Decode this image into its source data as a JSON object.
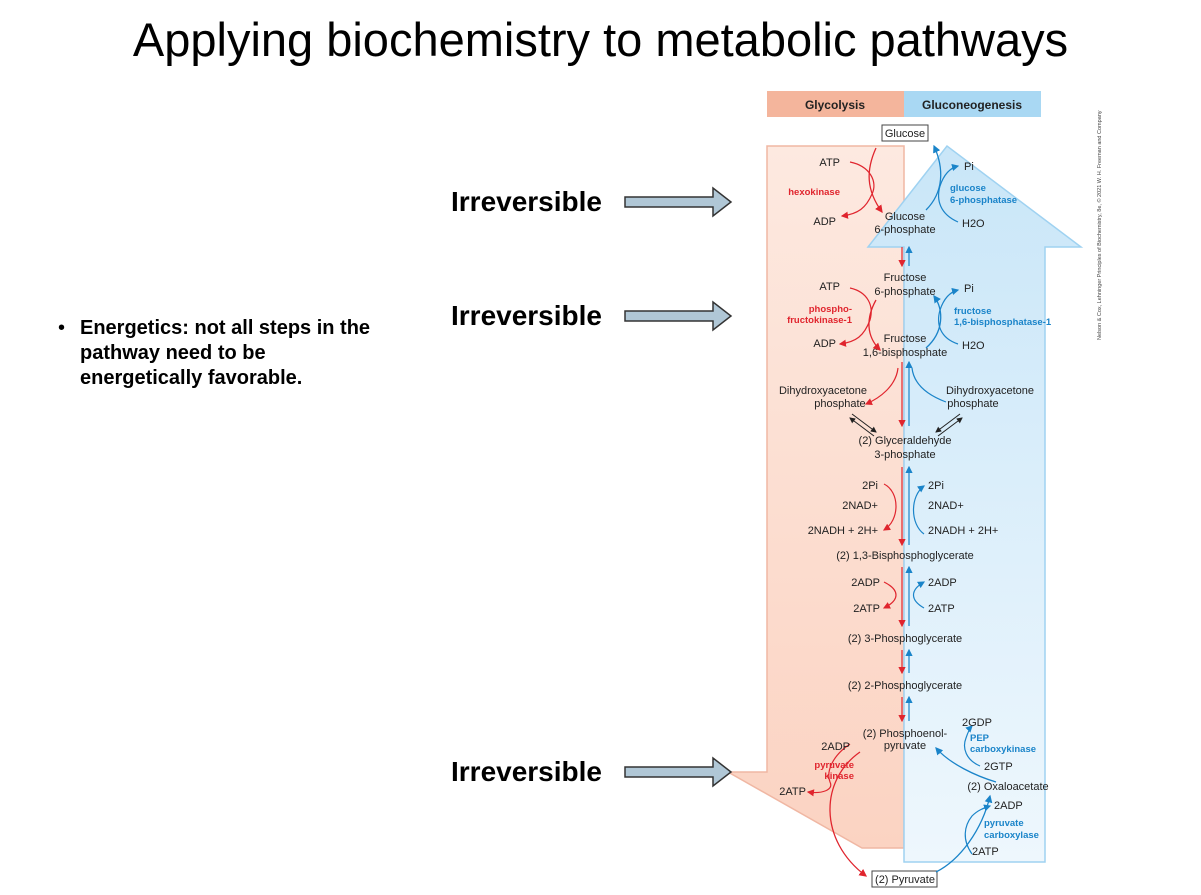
{
  "slide": {
    "title": "Applying biochemistry to metabolic pathways",
    "irreversible_labels": [
      "Irreversible",
      "Irreversible",
      "Irreversible"
    ],
    "bullet_symbol": "•",
    "bullet": "Energetics: not all steps in the pathway need to be energetically favorable."
  },
  "diagram": {
    "header_left": "Glycolysis",
    "header_right": "Gluconeogenesis",
    "credit": "Nelson & Cox, Lehninger Principles of Biochemistry, 8e, © 2021 W. H. Freeman and Company",
    "intermediates": {
      "glucose": "Glucose",
      "g6p_1": "Glucose",
      "g6p_2": "6-phosphate",
      "f6p_1": "Fructose",
      "f6p_2": "6-phosphate",
      "fbp_1": "Fructose",
      "fbp_2": "1,6-bisphosphate",
      "dhap_l1": "Dihydroxyacetone",
      "dhap_l2": "phosphate",
      "dhap_r1": "Dihydroxyacetone",
      "dhap_r2": "phosphate",
      "gap_1": "(2) Glyceraldehyde",
      "gap_2": "3-phosphate",
      "bpg": "(2) 1,3-Bisphosphoglycerate",
      "pg3": "(2) 3-Phosphoglycerate",
      "pg2": "(2) 2-Phosphoglycerate",
      "pep_1": "(2) Phosphoenol-",
      "pep_2": "pyruvate",
      "oaa": "(2) Oxaloacetate",
      "pyruvate": "(2) Pyruvate"
    },
    "cofactors": {
      "atp1": "ATP",
      "adp1": "ADP",
      "pi1": "Pi",
      "h2o1": "H2O",
      "atp2": "ATP",
      "adp2": "ADP",
      "pi2": "Pi",
      "h2o2": "H2O",
      "pi_2l": "2Pi",
      "nad_l": "2NAD+",
      "nadh_l": "2NADH + 2H+",
      "pi_2r": "2Pi",
      "nad_r": "2NAD+",
      "nadh_r": "2NADH + 2H+",
      "adp_2l": "2ADP",
      "atp_2l": "2ATP",
      "adp_2r": "2ADP",
      "atp_2r": "2ATP",
      "adp_pk": "2ADP",
      "atp_pk": "2ATP",
      "gdp": "2GDP",
      "gtp": "2GTP",
      "adp_pc": "2ADP",
      "atp_pc": "2ATP"
    },
    "enzymes": {
      "hexokinase": "hexokinase",
      "g6pase_1": "glucose",
      "g6pase_2": "6-phosphatase",
      "pfk_1": "phospho-",
      "pfk_2": "fructokinase-1",
      "fbpase_1": "fructose",
      "fbpase_2": "1,6-bisphosphatase-1",
      "pk_1": "pyruvate",
      "pk_2": "kinase",
      "pepck_1": "PEP",
      "pepck_2": "carboxykinase",
      "pc_1": "pyruvate",
      "pc_2": "carboxylase"
    },
    "colors": {
      "glycolysis": "#e0252e",
      "gluconeogenesis": "#1a84c9",
      "header_left_bg": "#f4b59c",
      "header_right_bg": "#a9d8f3",
      "arrow_fill": "#b0c7d6"
    }
  }
}
